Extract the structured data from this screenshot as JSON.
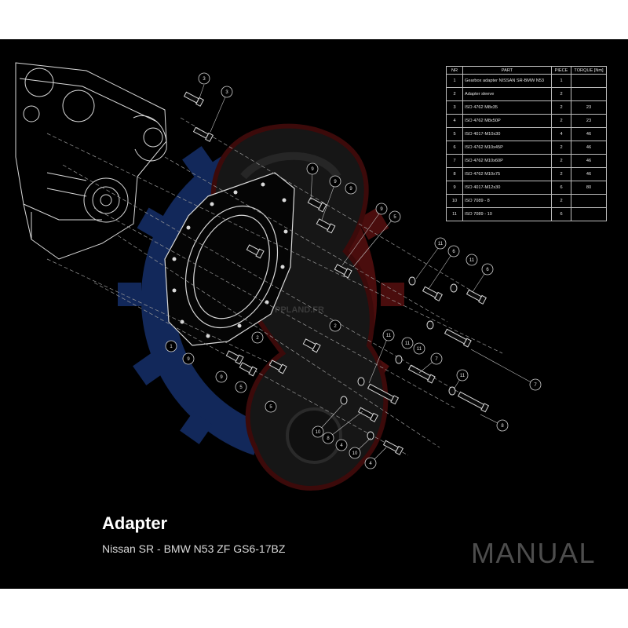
{
  "watermark_text": "PPLAND.FR",
  "table": {
    "headers": [
      "NR",
      "PART",
      "PIECE",
      "TORQUE [Nm]"
    ],
    "rows": [
      {
        "nr": "1",
        "part": "Gearbox adapter NISSAN SR-BMW N53",
        "piece": "1",
        "torque": ""
      },
      {
        "nr": "2",
        "part": "Adapter sleeve",
        "piece": "2",
        "torque": ""
      },
      {
        "nr": "3",
        "part": "ISO 4762 M8x35",
        "piece": "2",
        "torque": "23"
      },
      {
        "nr": "4",
        "part": "ISO 4762 M8x50P",
        "piece": "2",
        "torque": "23"
      },
      {
        "nr": "5",
        "part": "ISO 4017-M10x30",
        "piece": "4",
        "torque": "46"
      },
      {
        "nr": "6",
        "part": "ISO 4762 M10x45P",
        "piece": "2",
        "torque": "46"
      },
      {
        "nr": "7",
        "part": "ISO 4762 M10x60P",
        "piece": "2",
        "torque": "46"
      },
      {
        "nr": "8",
        "part": "ISO 4762 M10x75",
        "piece": "2",
        "torque": "46"
      },
      {
        "nr": "9",
        "part": "ISO 4017-M12x30",
        "piece": "6",
        "torque": "80"
      },
      {
        "nr": "10",
        "part": "ISO 7089 - 8",
        "piece": "2",
        "torque": ""
      },
      {
        "nr": "11",
        "part": "ISO 7089 - 10",
        "piece": "6",
        "torque": ""
      }
    ]
  },
  "callouts": [
    "3",
    "3",
    "9",
    "9",
    "9",
    "9",
    "5",
    "11",
    "6",
    "11",
    "6",
    "1",
    "9",
    "2",
    "2",
    "9",
    "5",
    "5",
    "11",
    "11",
    "11",
    "7",
    "7",
    "11",
    "8",
    "10",
    "8",
    "4",
    "10",
    "4"
  ],
  "title": "Adapter",
  "subtitle": "Nissan SR - BMW N53 ZF GS6-17BZ",
  "manual_label": "MANUAL",
  "colors": {
    "background": "#000000",
    "frame": "#ffffff",
    "logo_blue": "#12285a",
    "logo_red": "#4a0d0d",
    "line": "#d9d9d9"
  }
}
